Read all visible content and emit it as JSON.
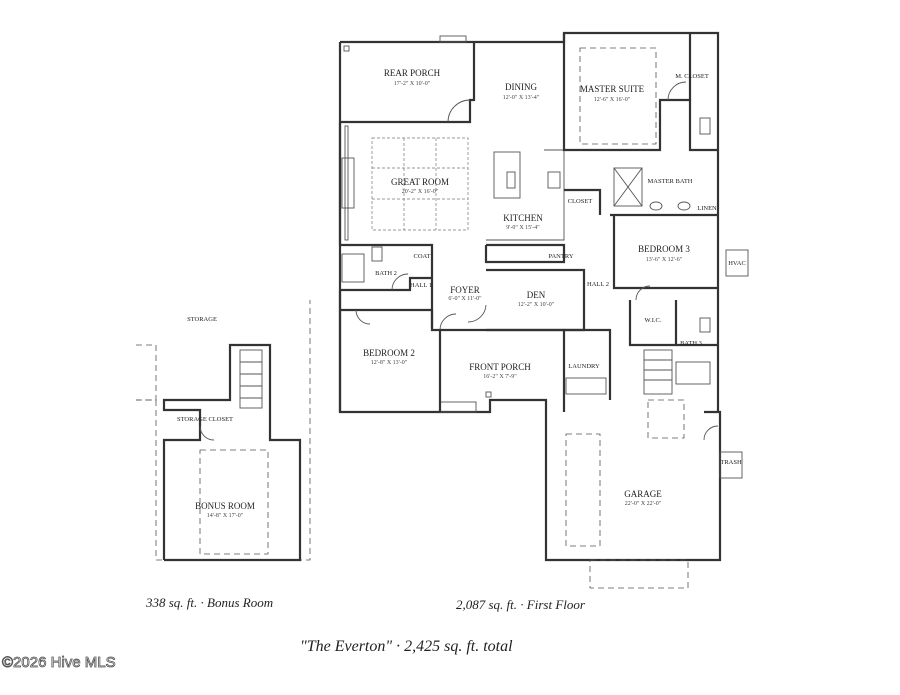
{
  "rooms": {
    "rear_porch": {
      "name": "REAR PORCH",
      "dim": "17'-2\" X 10'-0\""
    },
    "dining": {
      "name": "DINING",
      "dim": "12'-0\" X 13'-4\""
    },
    "master_suite": {
      "name": "MASTER SUITE",
      "dim": "12'-6\" X 16'-0\""
    },
    "m_closet": {
      "name": "M. CLOSET"
    },
    "great_room": {
      "name": "GREAT ROOM",
      "dim": "20'-2\" X 16'-0\""
    },
    "kitchen": {
      "name": "KITCHEN",
      "dim": "9'-0\" X 15'-4\""
    },
    "closet": {
      "name": "CLOSET"
    },
    "master_bath": {
      "name": "MASTER BATH"
    },
    "linen": {
      "name": "LINEN"
    },
    "bath2": {
      "name": "BATH 2"
    },
    "coat": {
      "name": "COAT"
    },
    "pantry": {
      "name": "PANTRY"
    },
    "bedroom3": {
      "name": "BEDROOM 3",
      "dim": "13'-6\" X 12'-6\""
    },
    "hvac": {
      "name": "HVAC"
    },
    "hall1": {
      "name": "HALL 1"
    },
    "foyer": {
      "name": "FOYER",
      "dim": "6'-0\" X 11'-0\""
    },
    "den": {
      "name": "DEN",
      "dim": "12'-2\" X 10'-0\""
    },
    "hall2": {
      "name": "HALL 2"
    },
    "wic": {
      "name": "W.I.C."
    },
    "bath3": {
      "name": "BATH 3"
    },
    "bedroom2": {
      "name": "BEDROOM 2",
      "dim": "12'-8\" X 13'-0\""
    },
    "front_porch": {
      "name": "FRONT PORCH",
      "dim": "16'-2\" X 7'-9\""
    },
    "laundry": {
      "name": "LAUNDRY"
    },
    "garage": {
      "name": "GARAGE",
      "dim": "22'-0\" X 22'-0\""
    },
    "trash": {
      "name": "TRASH"
    },
    "storage": {
      "name": "STORAGE"
    },
    "storage_closet": {
      "name": "STORAGE CLOSET"
    },
    "bonus_room": {
      "name": "BONUS ROOM",
      "dim": "14'-8\" X 17'-0\""
    }
  },
  "captions": {
    "bonus": "338 sq. ft.  ·  Bonus Room",
    "first": "2,087 sq. ft.  ·  First Floor",
    "total": "\"The Everton\"  ·  2,425 sq. ft. total"
  },
  "watermark": "©2026 Hive MLS"
}
